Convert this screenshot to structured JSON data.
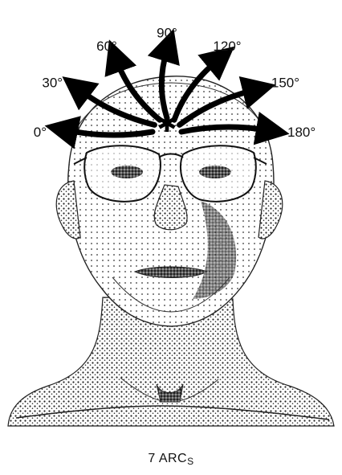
{
  "angles": [
    {
      "label": "0°",
      "degrees": 0
    },
    {
      "label": "30°",
      "degrees": 30
    },
    {
      "label": "60°",
      "degrees": 60
    },
    {
      "label": "90°",
      "degrees": 90
    },
    {
      "label": "120°",
      "degrees": 120
    },
    {
      "label": "150°",
      "degrees": 150
    },
    {
      "label": "180°",
      "degrees": 180
    }
  ],
  "center_marker": "✱",
  "caption": {
    "main": "7 ARC",
    "sub": "S"
  }
}
